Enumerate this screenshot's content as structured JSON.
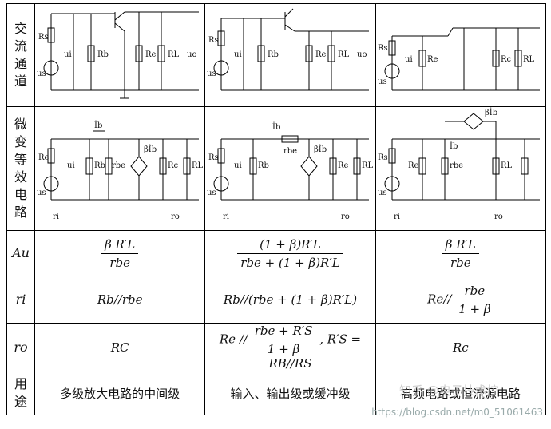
{
  "row_labels": {
    "circuit": [
      "交",
      "流",
      "通",
      "道"
    ],
    "equivalent": [
      "微",
      "变",
      "等",
      "效",
      "电",
      "路"
    ],
    "au": "Au",
    "ri": "ri",
    "ro": "ro",
    "use": [
      "用",
      "途"
    ]
  },
  "circuit_labels": {
    "rs": "Rs",
    "us": "us",
    "ui": "ui",
    "rb": "Rb",
    "re": "Re",
    "rc": "Rc",
    "rl": "RL",
    "uo": "uo",
    "ib": "İb",
    "bib": "βİb",
    "rbe": "rbe",
    "ri": "ri",
    "ro": "ro",
    "plus": "+",
    "minus": "-"
  },
  "au": {
    "ce_num": "β R′L",
    "ce_den": "rbe",
    "cc_num": "(1 + β)R′L",
    "cc_den": "rbe + (1 + β)R′L",
    "cb_num": "β R′L",
    "cb_den": "rbe"
  },
  "ri": {
    "ce": "Rb//rbe",
    "cc": "Rb//(rbe + (1 + β)R′L)",
    "cb_prefix": "Re//",
    "cb_num": "rbe",
    "cb_den": "1 + β"
  },
  "ro": {
    "ce": "RC",
    "cc_prefix": "Re //",
    "cc_num": "rbe + R′S",
    "cc_den": "1 + β",
    "cc_suffix": ", R′S = RB//RS",
    "cb": "Rc"
  },
  "use": {
    "ce": "多级放大电路的中间级",
    "cc": "输入、输出级或缓冲级",
    "cb": "高频电路或恒流源电路"
  },
  "watermark": {
    "site": "知乎 @电子技术控",
    "url": "https://blog.csdn.net/m0_51061463"
  }
}
